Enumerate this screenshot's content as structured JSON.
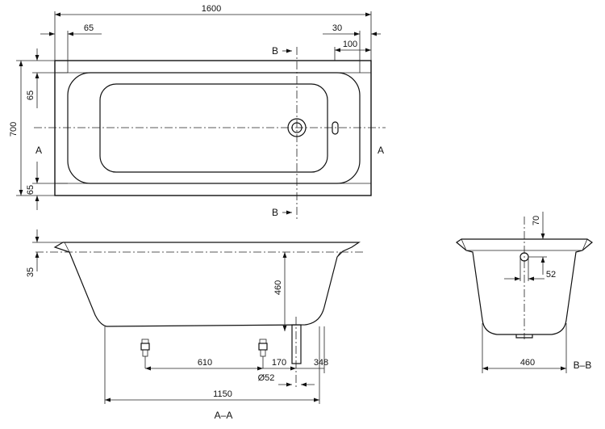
{
  "plan_view": {
    "dims": {
      "length": "1600",
      "rim_left": "65",
      "rim_right": "30",
      "overflow_offset": "100",
      "width": "700",
      "rim_top": "65",
      "rim_bottom": "65"
    },
    "section_marks": {
      "a_left": "A",
      "a_right": "A",
      "b_top": "B",
      "b_bottom": "B"
    }
  },
  "section_a": {
    "dims": {
      "rim_height": "35",
      "depth": "460",
      "leg_spacing": "610",
      "waste_offset": "170",
      "waste_to_end": "348",
      "waste_diameter": "Ø52",
      "base_length": "1150"
    },
    "label": "A–A"
  },
  "section_b": {
    "dims": {
      "overflow_height": "70",
      "overflow_diameter": "52",
      "base_width": "460"
    },
    "label": "B–B"
  }
}
